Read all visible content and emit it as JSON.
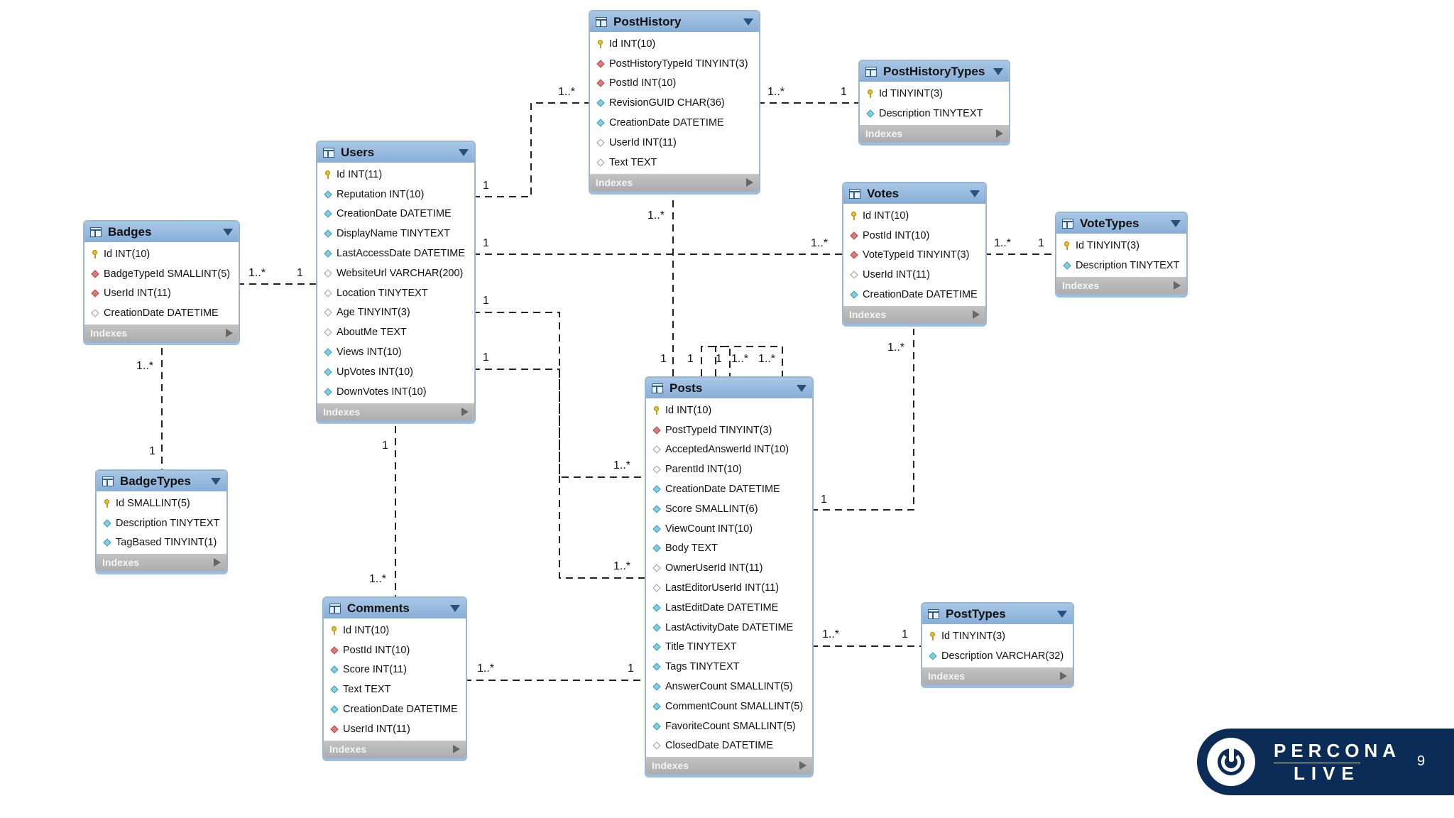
{
  "tables": {
    "posthistory": {
      "name": "PostHistory",
      "footer": "Indexes",
      "columns": [
        {
          "text": "Id INT(10)",
          "marker": "pk"
        },
        {
          "text": "PostHistoryTypeId TINYINT(3)",
          "marker": "fk"
        },
        {
          "text": "PostId INT(10)",
          "marker": "fk"
        },
        {
          "text": "RevisionGUID CHAR(36)",
          "marker": "col-fill"
        },
        {
          "text": "CreationDate DATETIME",
          "marker": "col-fill"
        },
        {
          "text": "UserId INT(11)",
          "marker": "hollow"
        },
        {
          "text": "Text TEXT",
          "marker": "hollow"
        }
      ]
    },
    "posthistorytypes": {
      "name": "PostHistoryTypes",
      "footer": "Indexes",
      "columns": [
        {
          "text": "Id TINYINT(3)",
          "marker": "pk"
        },
        {
          "text": "Description TINYTEXT",
          "marker": "col-fill"
        }
      ]
    },
    "users": {
      "name": "Users",
      "footer": "Indexes",
      "columns": [
        {
          "text": "Id INT(11)",
          "marker": "pk"
        },
        {
          "text": "Reputation INT(10)",
          "marker": "col-fill"
        },
        {
          "text": "CreationDate DATETIME",
          "marker": "col-fill"
        },
        {
          "text": "DisplayName TINYTEXT",
          "marker": "col-fill"
        },
        {
          "text": "LastAccessDate DATETIME",
          "marker": "col-fill"
        },
        {
          "text": "WebsiteUrl VARCHAR(200)",
          "marker": "hollow"
        },
        {
          "text": "Location TINYTEXT",
          "marker": "hollow"
        },
        {
          "text": "Age TINYINT(3)",
          "marker": "hollow"
        },
        {
          "text": "AboutMe TEXT",
          "marker": "hollow"
        },
        {
          "text": "Views INT(10)",
          "marker": "col-fill"
        },
        {
          "text": "UpVotes INT(10)",
          "marker": "col-fill"
        },
        {
          "text": "DownVotes INT(10)",
          "marker": "col-fill"
        }
      ]
    },
    "votes": {
      "name": "Votes",
      "footer": "Indexes",
      "columns": [
        {
          "text": "Id INT(10)",
          "marker": "pk"
        },
        {
          "text": "PostId INT(10)",
          "marker": "fk"
        },
        {
          "text": "VoteTypeId TINYINT(3)",
          "marker": "fk"
        },
        {
          "text": "UserId INT(11)",
          "marker": "hollow"
        },
        {
          "text": "CreationDate DATETIME",
          "marker": "col-fill"
        }
      ]
    },
    "votetypes": {
      "name": "VoteTypes",
      "footer": "Indexes",
      "columns": [
        {
          "text": "Id TINYINT(3)",
          "marker": "pk"
        },
        {
          "text": "Description TINYTEXT",
          "marker": "col-fill"
        }
      ]
    },
    "badges": {
      "name": "Badges",
      "footer": "Indexes",
      "columns": [
        {
          "text": "Id INT(10)",
          "marker": "pk"
        },
        {
          "text": "BadgeTypeId SMALLINT(5)",
          "marker": "fk"
        },
        {
          "text": "UserId INT(11)",
          "marker": "fk"
        },
        {
          "text": "CreationDate DATETIME",
          "marker": "hollow"
        }
      ]
    },
    "badgetypes": {
      "name": "BadgeTypes",
      "footer": "Indexes",
      "columns": [
        {
          "text": "Id SMALLINT(5)",
          "marker": "pk"
        },
        {
          "text": "Description TINYTEXT",
          "marker": "col-fill"
        },
        {
          "text": "TagBased TINYINT(1)",
          "marker": "col-fill"
        }
      ]
    },
    "posts": {
      "name": "Posts",
      "footer": "Indexes",
      "columns": [
        {
          "text": "Id INT(10)",
          "marker": "pk"
        },
        {
          "text": "PostTypeId TINYINT(3)",
          "marker": "fk"
        },
        {
          "text": "AcceptedAnswerId INT(10)",
          "marker": "hollow"
        },
        {
          "text": "ParentId INT(10)",
          "marker": "hollow"
        },
        {
          "text": "CreationDate DATETIME",
          "marker": "col-fill"
        },
        {
          "text": "Score SMALLINT(6)",
          "marker": "col-fill"
        },
        {
          "text": "ViewCount INT(10)",
          "marker": "col-fill"
        },
        {
          "text": "Body TEXT",
          "marker": "col-fill"
        },
        {
          "text": "OwnerUserId INT(11)",
          "marker": "hollow"
        },
        {
          "text": "LastEditorUserId INT(11)",
          "marker": "hollow"
        },
        {
          "text": "LastEditDate DATETIME",
          "marker": "col-fill"
        },
        {
          "text": "LastActivityDate DATETIME",
          "marker": "col-fill"
        },
        {
          "text": "Title TINYTEXT",
          "marker": "col-fill"
        },
        {
          "text": "Tags TINYTEXT",
          "marker": "col-fill"
        },
        {
          "text": "AnswerCount SMALLINT(5)",
          "marker": "col-fill"
        },
        {
          "text": "CommentCount SMALLINT(5)",
          "marker": "col-fill"
        },
        {
          "text": "FavoriteCount SMALLINT(5)",
          "marker": "col-fill"
        },
        {
          "text": "ClosedDate DATETIME",
          "marker": "hollow"
        }
      ]
    },
    "comments": {
      "name": "Comments",
      "footer": "Indexes",
      "columns": [
        {
          "text": "Id INT(10)",
          "marker": "pk"
        },
        {
          "text": "PostId INT(10)",
          "marker": "fk"
        },
        {
          "text": "Score INT(11)",
          "marker": "col-fill"
        },
        {
          "text": "Text TEXT",
          "marker": "col-fill"
        },
        {
          "text": "CreationDate DATETIME",
          "marker": "col-fill"
        },
        {
          "text": "UserId INT(11)",
          "marker": "fk"
        }
      ]
    },
    "posttypes": {
      "name": "PostTypes",
      "footer": "Indexes",
      "columns": [
        {
          "text": "Id TINYINT(3)",
          "marker": "pk"
        },
        {
          "text": "Description VARCHAR(32)",
          "marker": "col-fill"
        }
      ]
    }
  },
  "relationships": [
    {
      "id": "posthistory-posthistorytypes",
      "from": "PostHistory",
      "to": "PostHistoryTypes",
      "cardinality_from": "1..*",
      "cardinality_to": "1"
    },
    {
      "id": "users-posthistory",
      "from": "Users",
      "to": "PostHistory",
      "cardinality_from": "1",
      "cardinality_to": "1..*"
    },
    {
      "id": "users-votes",
      "from": "Users",
      "to": "Votes",
      "cardinality_from": "1",
      "cardinality_to": "1..*"
    },
    {
      "id": "votes-votetypes",
      "from": "Votes",
      "to": "VoteTypes",
      "cardinality_from": "1..*",
      "cardinality_to": "1"
    },
    {
      "id": "badges-users",
      "from": "Badges",
      "to": "Users",
      "cardinality_from": "1..*",
      "cardinality_to": "1"
    },
    {
      "id": "badges-badgetypes",
      "from": "Badges",
      "to": "BadgeTypes",
      "cardinality_from": "1..*",
      "cardinality_to": "1"
    },
    {
      "id": "posts-posthistory",
      "from": "Posts",
      "to": "PostHistory",
      "cardinality_from": "1",
      "cardinality_to": "1..*"
    },
    {
      "id": "users-posts-owner",
      "from": "Users",
      "to": "Posts",
      "cardinality_from": "1",
      "cardinality_to": "1..*"
    },
    {
      "id": "users-posts-editor",
      "from": "Users",
      "to": "Posts",
      "cardinality_from": "1",
      "cardinality_to": "1..*"
    },
    {
      "id": "users-comments",
      "from": "Users",
      "to": "Comments",
      "cardinality_from": "1",
      "cardinality_to": "1..*"
    },
    {
      "id": "comments-posts",
      "from": "Comments",
      "to": "Posts",
      "cardinality_from": "1..*",
      "cardinality_to": "1"
    },
    {
      "id": "posts-votes",
      "from": "Posts",
      "to": "Votes",
      "cardinality_from": "1",
      "cardinality_to": "1..*"
    },
    {
      "id": "posts-posttypes",
      "from": "Posts",
      "to": "PostTypes",
      "cardinality_from": "1..*",
      "cardinality_to": "1"
    },
    {
      "id": "posts-self-1",
      "from": "Posts",
      "to": "Posts",
      "cardinality_from": "1",
      "cardinality_to": "1..*"
    },
    {
      "id": "posts-self-2",
      "from": "Posts",
      "to": "Posts",
      "cardinality_from": "1",
      "cardinality_to": "1..*"
    }
  ],
  "brand": {
    "line1": "PERCONA",
    "line2": "LIVE",
    "icon": "power-icon",
    "color": "#0b2c57"
  },
  "slide_number": "9",
  "colors": {
    "header": "#9cc0df",
    "line": "#222222",
    "primary_key": "#e8c123",
    "foreign_key": "#e07a7a",
    "column": "#7fd0e2"
  }
}
